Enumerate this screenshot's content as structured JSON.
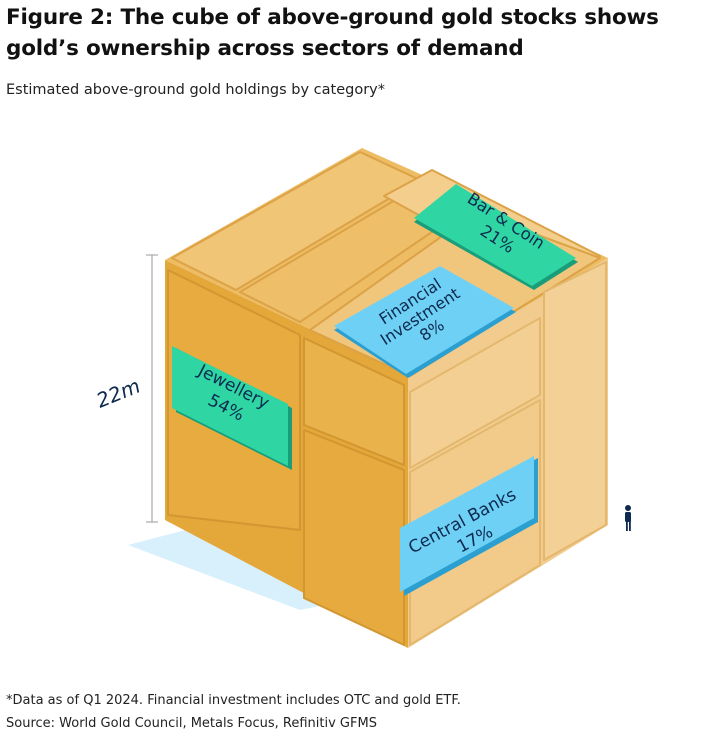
{
  "header": {
    "title": "Figure 2: The cube of above-ground gold stocks shows gold’s ownership across sectors of demand",
    "subtitle": "Estimated above-ground gold holdings by category*"
  },
  "cube": {
    "height_label": "22m",
    "segments": [
      {
        "name": "Jewellery",
        "line1": "Jewellery",
        "line2": "54%",
        "share": 54
      },
      {
        "name": "Bar & Coin",
        "line1": "Bar & Coin",
        "line2": "21%",
        "share": 21
      },
      {
        "name": "Financial Investment",
        "line1": "Financial",
        "line2": "Investment",
        "line3": "8%",
        "share": 8
      },
      {
        "name": "Central Banks",
        "line1": "Central Banks",
        "line2": "17%",
        "share": 17
      }
    ]
  },
  "colors": {
    "gold_dark": "#e5a83a",
    "gold_mid": "#f0c16a",
    "gold_light": "#f3cf92",
    "label_green": "#2fd6a3",
    "label_blue": "#6fd0f5",
    "shadow": "#d8f0fb"
  },
  "footer": {
    "note": "*Data as of Q1 2024. Financial investment includes OTC and gold ETF.",
    "source": "Source: World Gold Council, Metals Focus, Refinitiv GFMS"
  }
}
